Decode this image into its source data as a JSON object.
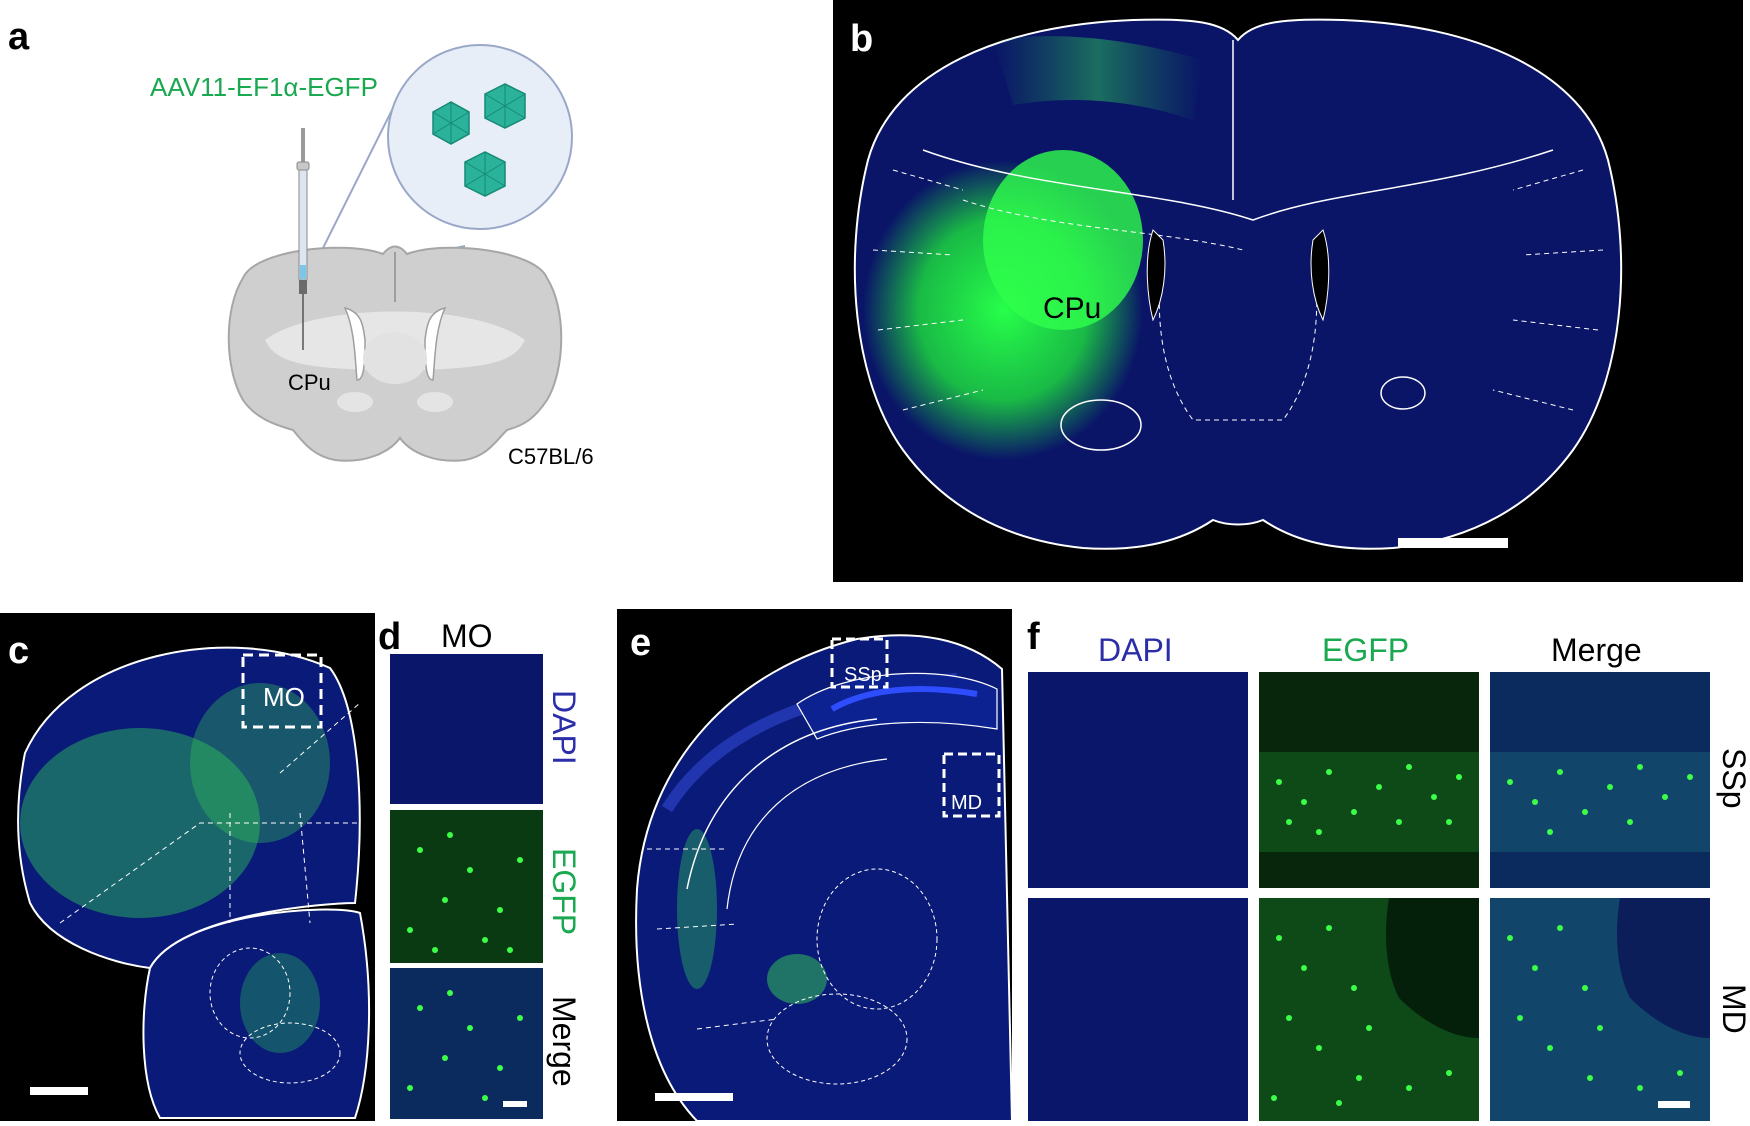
{
  "figure": {
    "panels": {
      "a": {
        "label": "a",
        "virus_label": "AAV11-EF1α-EGFP",
        "region_label": "CPu",
        "strain_label": "C57BL/6"
      },
      "b": {
        "label": "b",
        "region_label": "CPu"
      },
      "c": {
        "label": "c",
        "roi_label": "MO"
      },
      "d": {
        "label": "d",
        "title": "MO",
        "channels": [
          "DAPI",
          "EGFP",
          "Merge"
        ]
      },
      "e": {
        "label": "e",
        "roi_labels": [
          "SSp",
          "MD"
        ]
      },
      "f": {
        "label": "f",
        "columns": [
          "DAPI",
          "EGFP",
          "Merge"
        ],
        "rows": [
          "SSp",
          "MD"
        ]
      }
    },
    "colors": {
      "dapi": "#1f2fb0",
      "egfp": "#22c84a",
      "label_blue": "#2b2ea8",
      "label_green": "#1aa850",
      "virus_text": "#1aa850",
      "background": "#000000",
      "scale_bar": "#ffffff"
    }
  }
}
